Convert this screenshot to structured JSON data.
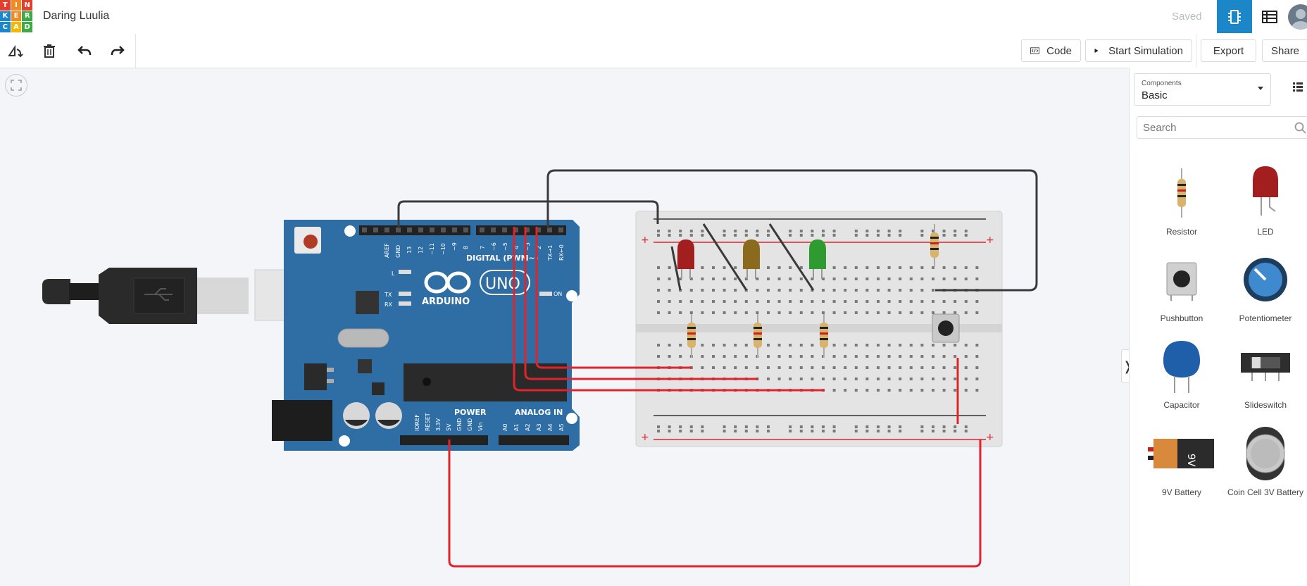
{
  "app": {
    "logo_letters": [
      "T",
      "I",
      "N",
      "K",
      "E",
      "R",
      "C",
      "A",
      "D"
    ],
    "logo_colors": [
      "#e23e2b",
      "#f08a24",
      "#e23e2b",
      "#1b87c9",
      "#f08a24",
      "#3daa47",
      "#1b87c9",
      "#f5b800",
      "#3daa47"
    ],
    "title": "Daring Luulia",
    "status": "Saved"
  },
  "toolbar": {
    "code_label": "Code",
    "start_label": "Start Simulation",
    "export_label": "Export",
    "share_label": "Share"
  },
  "panel": {
    "components_label": "Components",
    "components_value": "Basic",
    "search_placeholder": "Search",
    "items": [
      {
        "label": "Resistor"
      },
      {
        "label": "LED"
      },
      {
        "label": "Pushbutton"
      },
      {
        "label": "Potentiometer"
      },
      {
        "label": "Capacitor"
      },
      {
        "label": "Slideswitch"
      },
      {
        "label": "9V Battery"
      },
      {
        "label": "Coin Cell 3V Battery"
      }
    ]
  },
  "board": {
    "name": "ARDUINO",
    "model": "UNO",
    "digital_label": "DIGITAL (PWM~)",
    "power_label": "POWER",
    "analog_label": "ANALOG IN",
    "on_label": "ON",
    "l_label": "L",
    "tx_label": "TX",
    "rx_label": "RX",
    "top_pins": [
      "AREF",
      "GND",
      "13",
      "12",
      "~11",
      "~10",
      "~9",
      "8",
      "7",
      "~6",
      "~5",
      "4",
      "~3",
      "2",
      "TX→1",
      "RX←0"
    ],
    "power_pins": [
      "IOREF",
      "RESET",
      "3.3V",
      "5V",
      "GND",
      "GND",
      "Vin"
    ],
    "analog_pins": [
      "A0",
      "A1",
      "A2",
      "A3",
      "A4",
      "A5"
    ]
  },
  "colors": {
    "accent": "#1b87c9",
    "wire_red": "#e0242b",
    "wire_black": "#3a3a3a",
    "arduino_blue": "#2f6ea4"
  }
}
